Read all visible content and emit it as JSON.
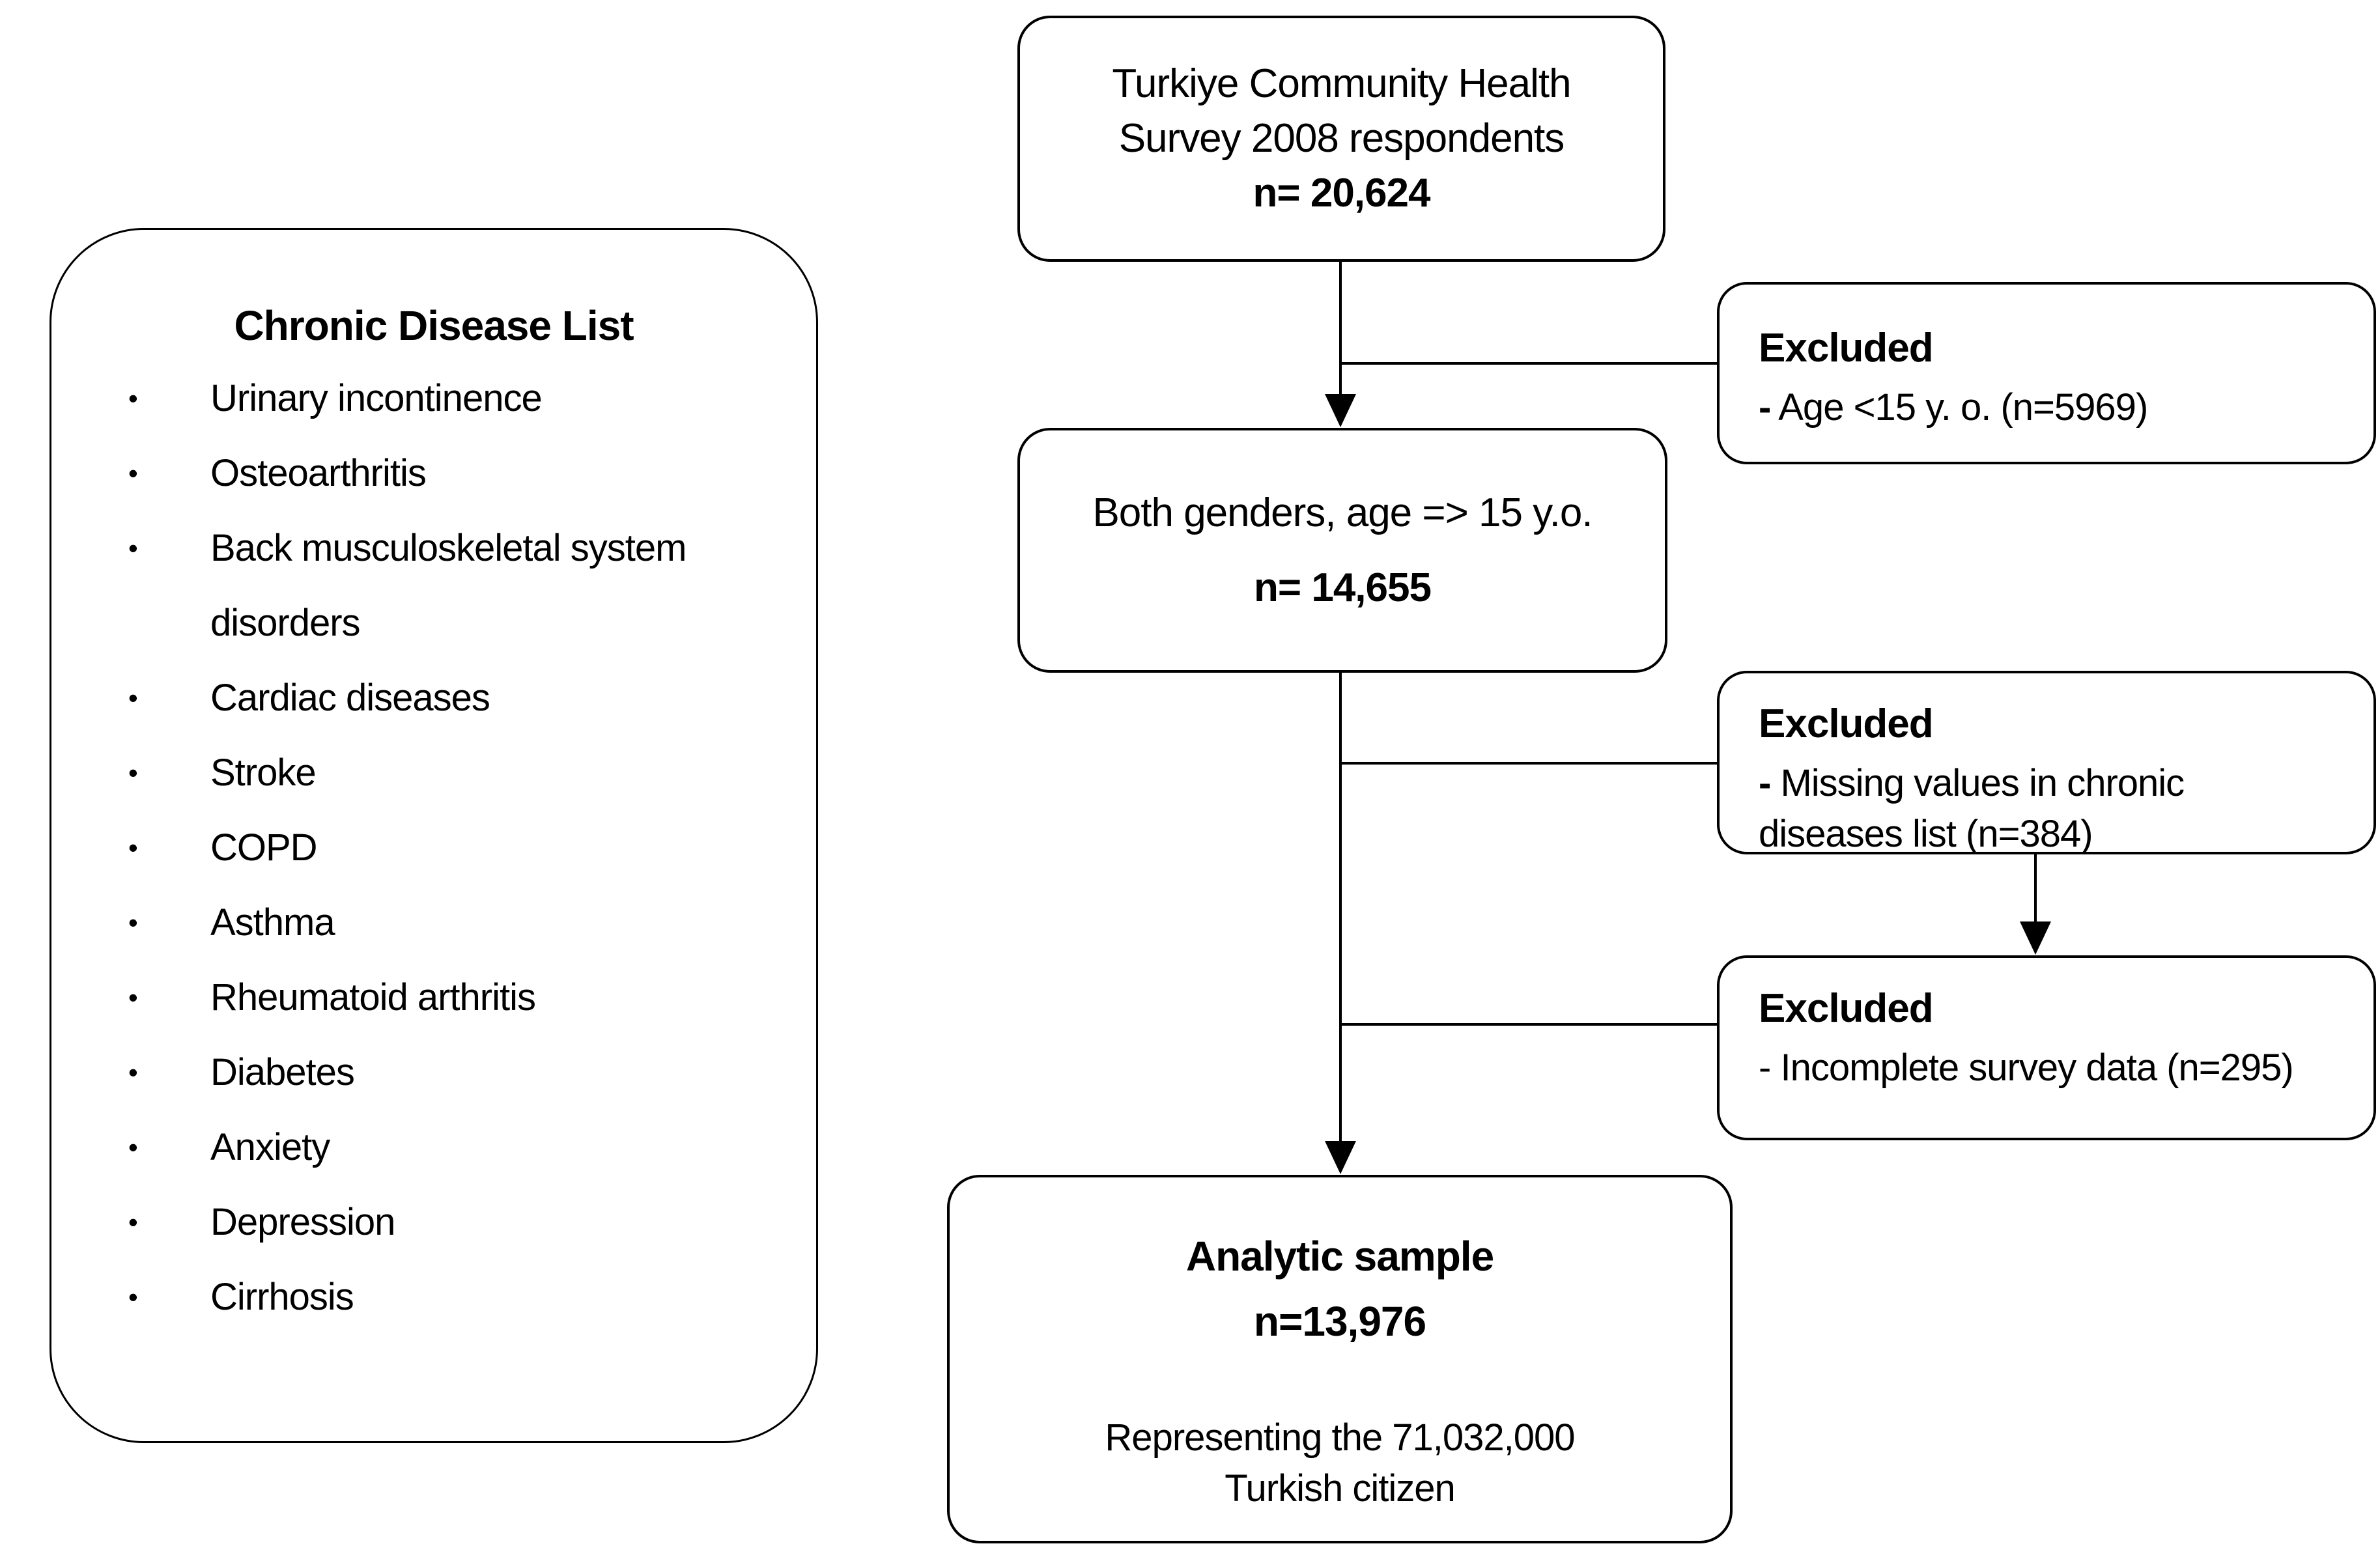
{
  "canvas": {
    "background": "#ffffff",
    "ink": "#000000"
  },
  "disease_panel": {
    "title": "Chronic Disease List",
    "bullet": "•",
    "items": [
      "Urinary incontinence",
      "Osteoarthritis",
      "Back musculoskeletal system disorders",
      "Cardiac diseases",
      "Stroke",
      "COPD",
      "Asthma",
      "Rheumatoid arthritis",
      "Diabetes",
      "Anxiety",
      "Depression",
      "Cirrhosis"
    ]
  },
  "flowchart": {
    "top_box": {
      "line1": "Turkiye Community Health",
      "line2": "Survey 2008 respondents",
      "n_label": "n= 20,624"
    },
    "eligible_box": {
      "line1": "Both genders, age => 15 y.o.",
      "n_label": "n= 14,655"
    },
    "excluded_boxes": [
      {
        "title": "Excluded",
        "dash": "-",
        "text": "Age <15 y. o. (n=5969)"
      },
      {
        "title": "Excluded",
        "dash": "-",
        "text": "Missing values in chronic diseases list (n=384)"
      },
      {
        "title": "Excluded",
        "dash": "-",
        "text": "Incomplete survey data (n=295)"
      }
    ],
    "analytic_box": {
      "title": "Analytic sample",
      "n_label": "n=13,976",
      "sub_line1": "Representing the 71,032,000",
      "sub_line2": "Turkish citizen"
    }
  }
}
